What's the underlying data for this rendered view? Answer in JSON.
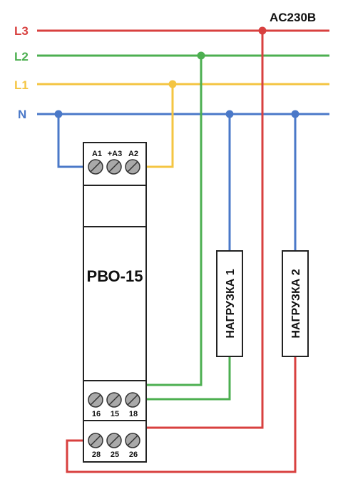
{
  "header": {
    "voltage_label": "AC230B"
  },
  "lines": [
    {
      "name": "L3",
      "color": "#d8403f"
    },
    {
      "name": "L2",
      "color": "#4caf50"
    },
    {
      "name": "L1",
      "color": "#f4c542"
    },
    {
      "name": "N",
      "color": "#4a78c8"
    }
  ],
  "device": {
    "name": "РВО-15",
    "top_terminals": [
      "A1",
      "+A3",
      "A2"
    ],
    "mid_terminals": [
      "16",
      "15",
      "18"
    ],
    "bottom_terminals": [
      "28",
      "25",
      "26"
    ]
  },
  "loads": [
    {
      "label": "НАГРУЗКА 1"
    },
    {
      "label": "НАГРУЗКА 2"
    }
  ],
  "colors": {
    "L3": "#d8403f",
    "L2": "#4caf50",
    "L1": "#f4c542",
    "N": "#4a78c8",
    "device_border": "#222222",
    "terminal": "#a9a9a9"
  }
}
